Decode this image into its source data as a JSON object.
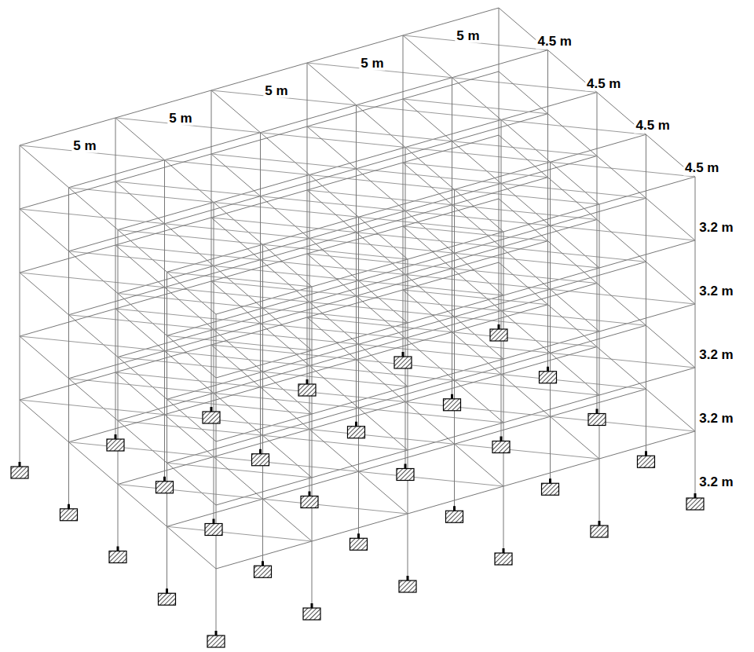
{
  "diagram": {
    "labels": [
      "5 m",
      "5 m",
      "5 m",
      "5 m",
      "5 m",
      "4.5 m",
      "4.5 m",
      "4.5 m",
      "4.5 m",
      "3.2 m",
      "3.2 m",
      "3.2 m",
      "3.2 m",
      "3.2 m"
    ]
  }
}
